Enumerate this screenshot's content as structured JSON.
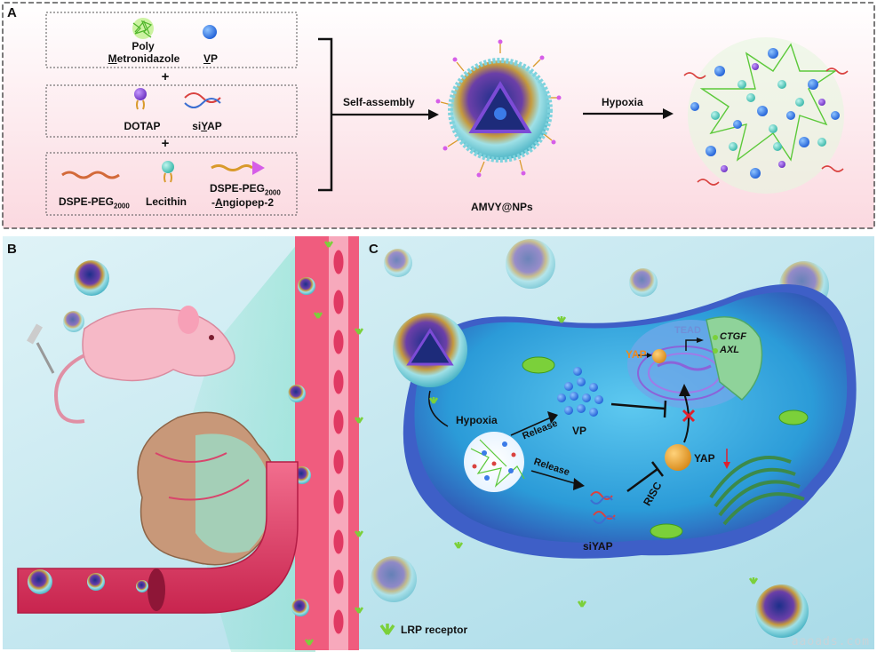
{
  "panel_a": {
    "letter": "A",
    "row1": {
      "item1": "Poly",
      "item1b": "Metronidazole",
      "item2": "VP"
    },
    "plus": "+",
    "row2": {
      "item1": "DOTAP",
      "item2": "siYAP"
    },
    "row3": {
      "item1": "DSPE-PEG",
      "item1_sub": "2000",
      "item2": "Lecithin",
      "item3a": "DSPE-PEG",
      "item3a_sub": "2000",
      "item3b": "-Angiopep-2"
    },
    "arrow1": "Self-assembly",
    "nanoparticle": "AMVY@NPs",
    "arrow2": "Hypoxia"
  },
  "panel_b": {
    "letter": "B"
  },
  "panel_c": {
    "letter": "C",
    "hypoxia": "Hypoxia",
    "release1": "Release",
    "release2": "Release",
    "vp": "VP",
    "siyap": "siYAP",
    "yap": "YAP",
    "yap_nuc": "YAP",
    "tead": "TEAD",
    "risc": "RISC",
    "ctgf": "CTGF",
    "axl": "AXL"
  },
  "legend": {
    "lrp": "LRP receptor"
  },
  "watermark": "aaoads.com",
  "colors": {
    "panel_a_bg": "#fde6ea",
    "cell": "#4a7fd6",
    "vessel": "#e8476f",
    "extracellular": "#bfe6ef"
  }
}
